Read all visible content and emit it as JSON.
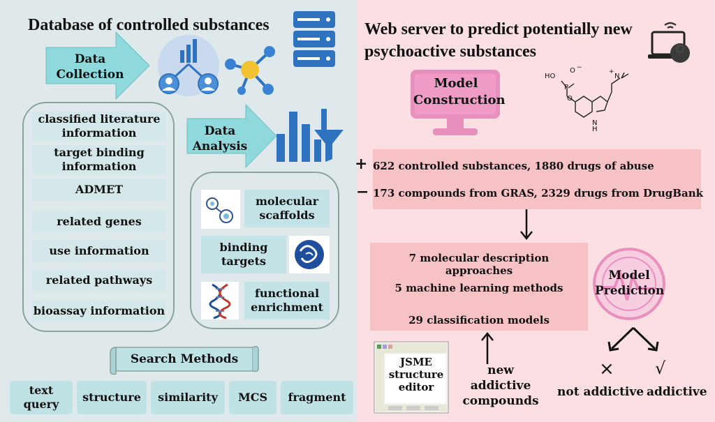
{
  "left": {
    "title": "Database of controlled substances",
    "data_collection": "Data\nCollection",
    "info_items": [
      "classified literature\ninformation",
      "target binding\ninformation",
      "ADMET",
      "related genes",
      "use information",
      "related pathways",
      "bioassay information"
    ],
    "data_analysis": "Data\nAnalysis",
    "analysis_items": [
      "molecular\nscaffolds",
      "binding\ntargets",
      "functional\nenrichment"
    ],
    "search_methods": "Search Methods",
    "search_buttons": [
      "text\nquery",
      "structure",
      "similarity",
      "MCS",
      "fragment"
    ]
  },
  "right": {
    "title": "Web server to predict potentially new\npsychoactive substances",
    "model_construction": "Model\nConstruction",
    "plus_text": "622 controlled substances, 1880 drugs of abuse",
    "minus_text": "173 compounds from GRAS, 2329 drugs from DrugBank",
    "plus_sign": "+",
    "minus_sign": "−",
    "methods": [
      "7 molecular description approaches",
      "5 machine learning methods",
      "29 classification models"
    ],
    "model_prediction": "Model\nPrediction",
    "jsme": "JSME\nstructure\neditor",
    "new_compounds": "new addictive\ncompounds",
    "not_addictive_symbol": "×",
    "addictive_symbol": "√",
    "not_addictive": "not addictive",
    "addictive": "addictive",
    "mol_labels": {
      "ho": "HO",
      "p": "P",
      "o_top": "O",
      "o_minus": "−",
      "o_ring": "O",
      "nh": "N\nH",
      "nplus": "N",
      "plus": "+"
    }
  },
  "colors": {
    "left_bg": "#dfe9ec",
    "right_bg": "#fbdfe2",
    "arrow_teal": "#8fd8dc",
    "icon_blue": "#2f73c0",
    "pink_monitor": "#e58bb8",
    "pink_box": "#f6c2c6"
  }
}
